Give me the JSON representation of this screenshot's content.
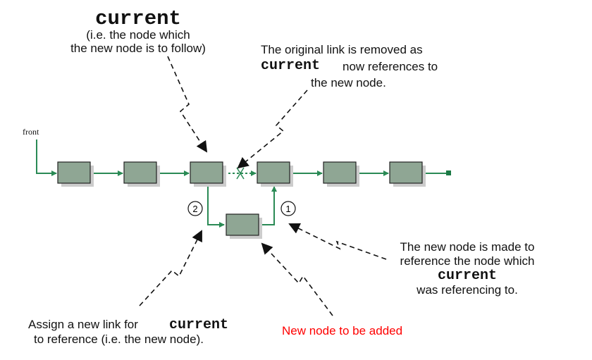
{
  "colors": {
    "link": "#2a8a55",
    "node_fill": "#8fa694",
    "node_stroke": "#222222",
    "arrow_dashed": "#111111",
    "added_label": "#ff0000"
  },
  "labels": {
    "front": "front",
    "current_top": "current",
    "current_top_desc_1": "(i.e. the node which",
    "current_top_desc_2": "the new node is to follow)",
    "removed_1": "The original link is removed as",
    "removed_current": "current",
    "removed_2": "now references to",
    "removed_3": "the new node.",
    "step1": "1",
    "step2": "2",
    "made_1": "The new node is made to",
    "made_2": "reference the node which",
    "made_current": "current",
    "made_3": "was referencing to.",
    "assign_1": "Assign a new link for",
    "assign_current": "current",
    "assign_2": "to reference (i.e. the new node).",
    "new_node": "New node to be added"
  },
  "list_nodes": 6
}
